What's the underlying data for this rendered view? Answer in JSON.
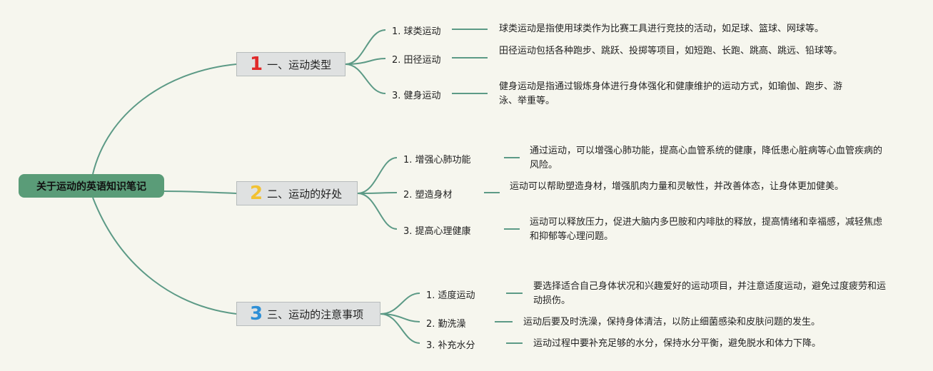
{
  "root": {
    "label": "关于运动的英语知识笔记"
  },
  "branches": [
    {
      "number": "1",
      "number_color": "#e02a2a",
      "label": "一、运动类型",
      "items": [
        {
          "label": "1. 球类运动",
          "desc": "球类运动是指使用球类作为比赛工具进行竞技的活动，如足球、篮球、网球等。"
        },
        {
          "label": "2. 田径运动",
          "desc": "田径运动包括各种跑步、跳跃、投掷等项目，如短跑、长跑、跳高、跳远、铅球等。"
        },
        {
          "label": "3. 健身运动",
          "desc": "健身运动是指通过锻炼身体进行身体强化和健康维护的运动方式，如瑜伽、跑步、游泳、举重等。"
        }
      ]
    },
    {
      "number": "2",
      "number_color": "#f2c233",
      "label": "二、运动的好处",
      "items": [
        {
          "label": "1. 增强心肺功能",
          "desc": "通过运动，可以增强心肺功能，提高心血管系统的健康，降低患心脏病等心血管疾病的风险。"
        },
        {
          "label": "2. 塑造身材",
          "desc": "运动可以帮助塑造身材，增强肌肉力量和灵敏性，并改善体态，让身体更加健美。"
        },
        {
          "label": "3. 提高心理健康",
          "desc": "运动可以释放压力，促进大脑内多巴胺和内啡肽的释放，提高情绪和幸福感，减轻焦虑和抑郁等心理问题。"
        }
      ]
    },
    {
      "number": "3",
      "number_color": "#2e8fd6",
      "label": "三、运动的注意事项",
      "items": [
        {
          "label": "1. 适度运动",
          "desc": "要选择适合自己身体状况和兴趣爱好的运动项目，并注意适度运动，避免过度疲劳和运动损伤。"
        },
        {
          "label": "2. 勤洗澡",
          "desc": "运动后要及时洗澡，保持身体清洁，以防止细菌感染和皮肤问题的发生。"
        },
        {
          "label": "3. 补充水分",
          "desc": "运动过程中要补充足够的水分，保持水分平衡，避免脱水和体力下降。"
        }
      ]
    }
  ],
  "colors": {
    "connector": "#5c9a86",
    "root_bg": "#5a9c78",
    "branch_bg": "#dfe1e1"
  }
}
